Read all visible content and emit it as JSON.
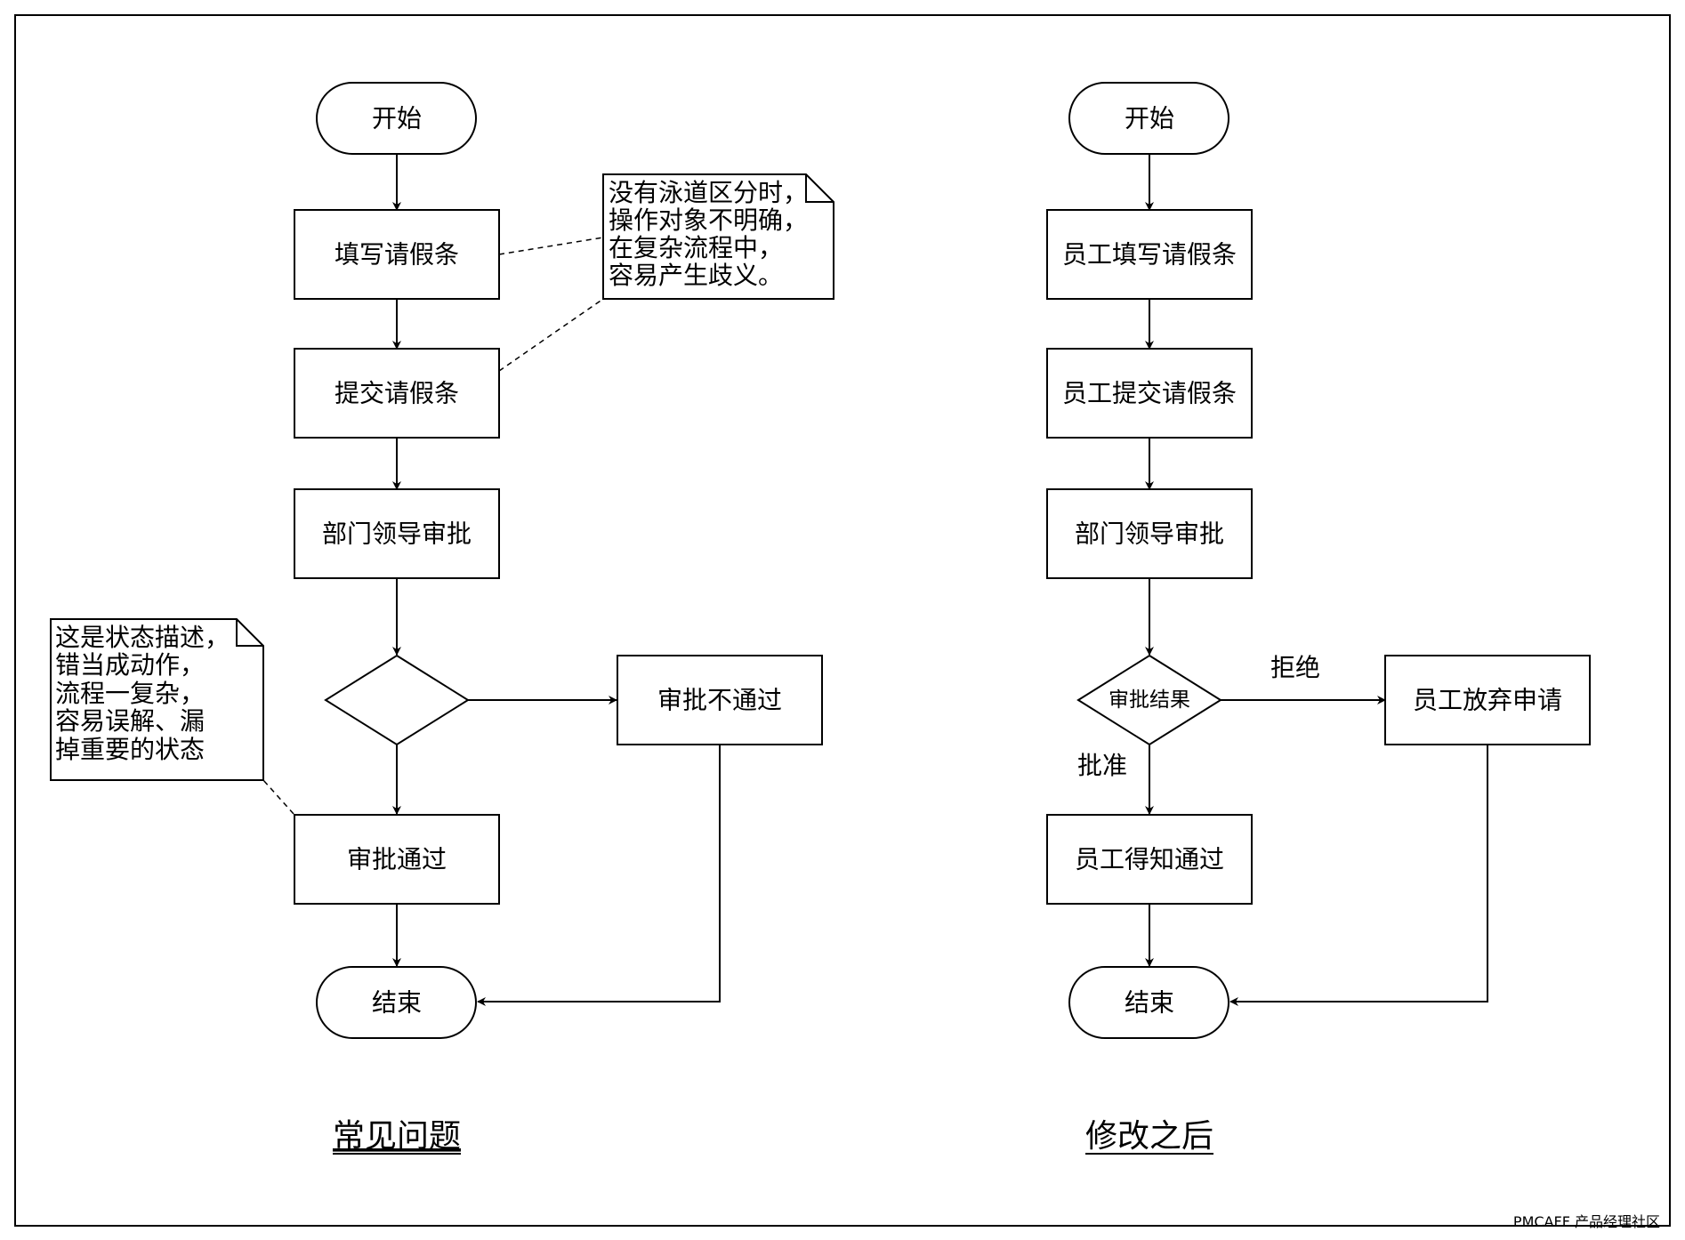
{
  "left_flow": {
    "start": "开始",
    "fill_form": "填写请假条",
    "submit_form": "提交请假条",
    "dept_approval": "部门领导审批",
    "rejected": "审批不通过",
    "approved": "审批通过",
    "end": "结束",
    "note_lanes": [
      "没有泳道区分时，",
      "操作对象不明确，",
      "在复杂流程中，",
      "容易产生歧义。"
    ],
    "note_states": [
      "这是状态描述，",
      "错当成动作，",
      "流程一复杂，",
      "容易误解、漏",
      "掉重要的状态"
    ],
    "caption": "常见问题"
  },
  "right_flow": {
    "start": "开始",
    "fill_form": "员工填写请假条",
    "submit_form": "员工提交请假条",
    "dept_approval": "部门领导审批",
    "decision": "审批结果",
    "reject_label": "拒绝",
    "approve_label": "批准",
    "give_up": "员工放弃申请",
    "notified": "员工得知通过",
    "end": "结束",
    "caption": "修改之后"
  },
  "watermark": "PMCAFF 产品经理社区",
  "colors": {
    "stroke": "#000000",
    "fill": "#ffffff",
    "text": "#000000"
  }
}
